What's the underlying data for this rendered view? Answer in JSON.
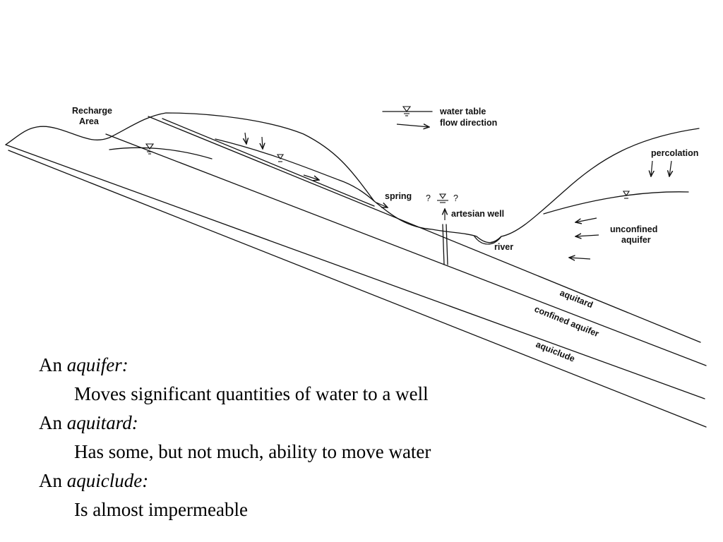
{
  "diagram": {
    "labels": {
      "recharge_area_line1": "Recharge",
      "recharge_area_line2": "Area",
      "legend_water_table": "water table",
      "legend_flow_direction": "flow direction",
      "percolation": "percolation",
      "spring": "spring",
      "artesian_well": "artesian well",
      "unconfined_aquifer_line1": "unconfined",
      "unconfined_aquifer_line2": "aquifer",
      "river": "river",
      "aquitard": "aquitard",
      "confined_aquifer": "confined aquifer",
      "aquiclude": "aquiclude",
      "question_mark": "?"
    }
  },
  "definitions": [
    {
      "prefix": "An",
      "term": "aquifer:",
      "description": "Moves significant quantities of water to a well"
    },
    {
      "prefix": "An",
      "term": "aquitard:",
      "description": "Has some, but not much, ability to move water"
    },
    {
      "prefix": "An",
      "term": "aquiclude:",
      "description": "Is almost impermeable"
    }
  ]
}
